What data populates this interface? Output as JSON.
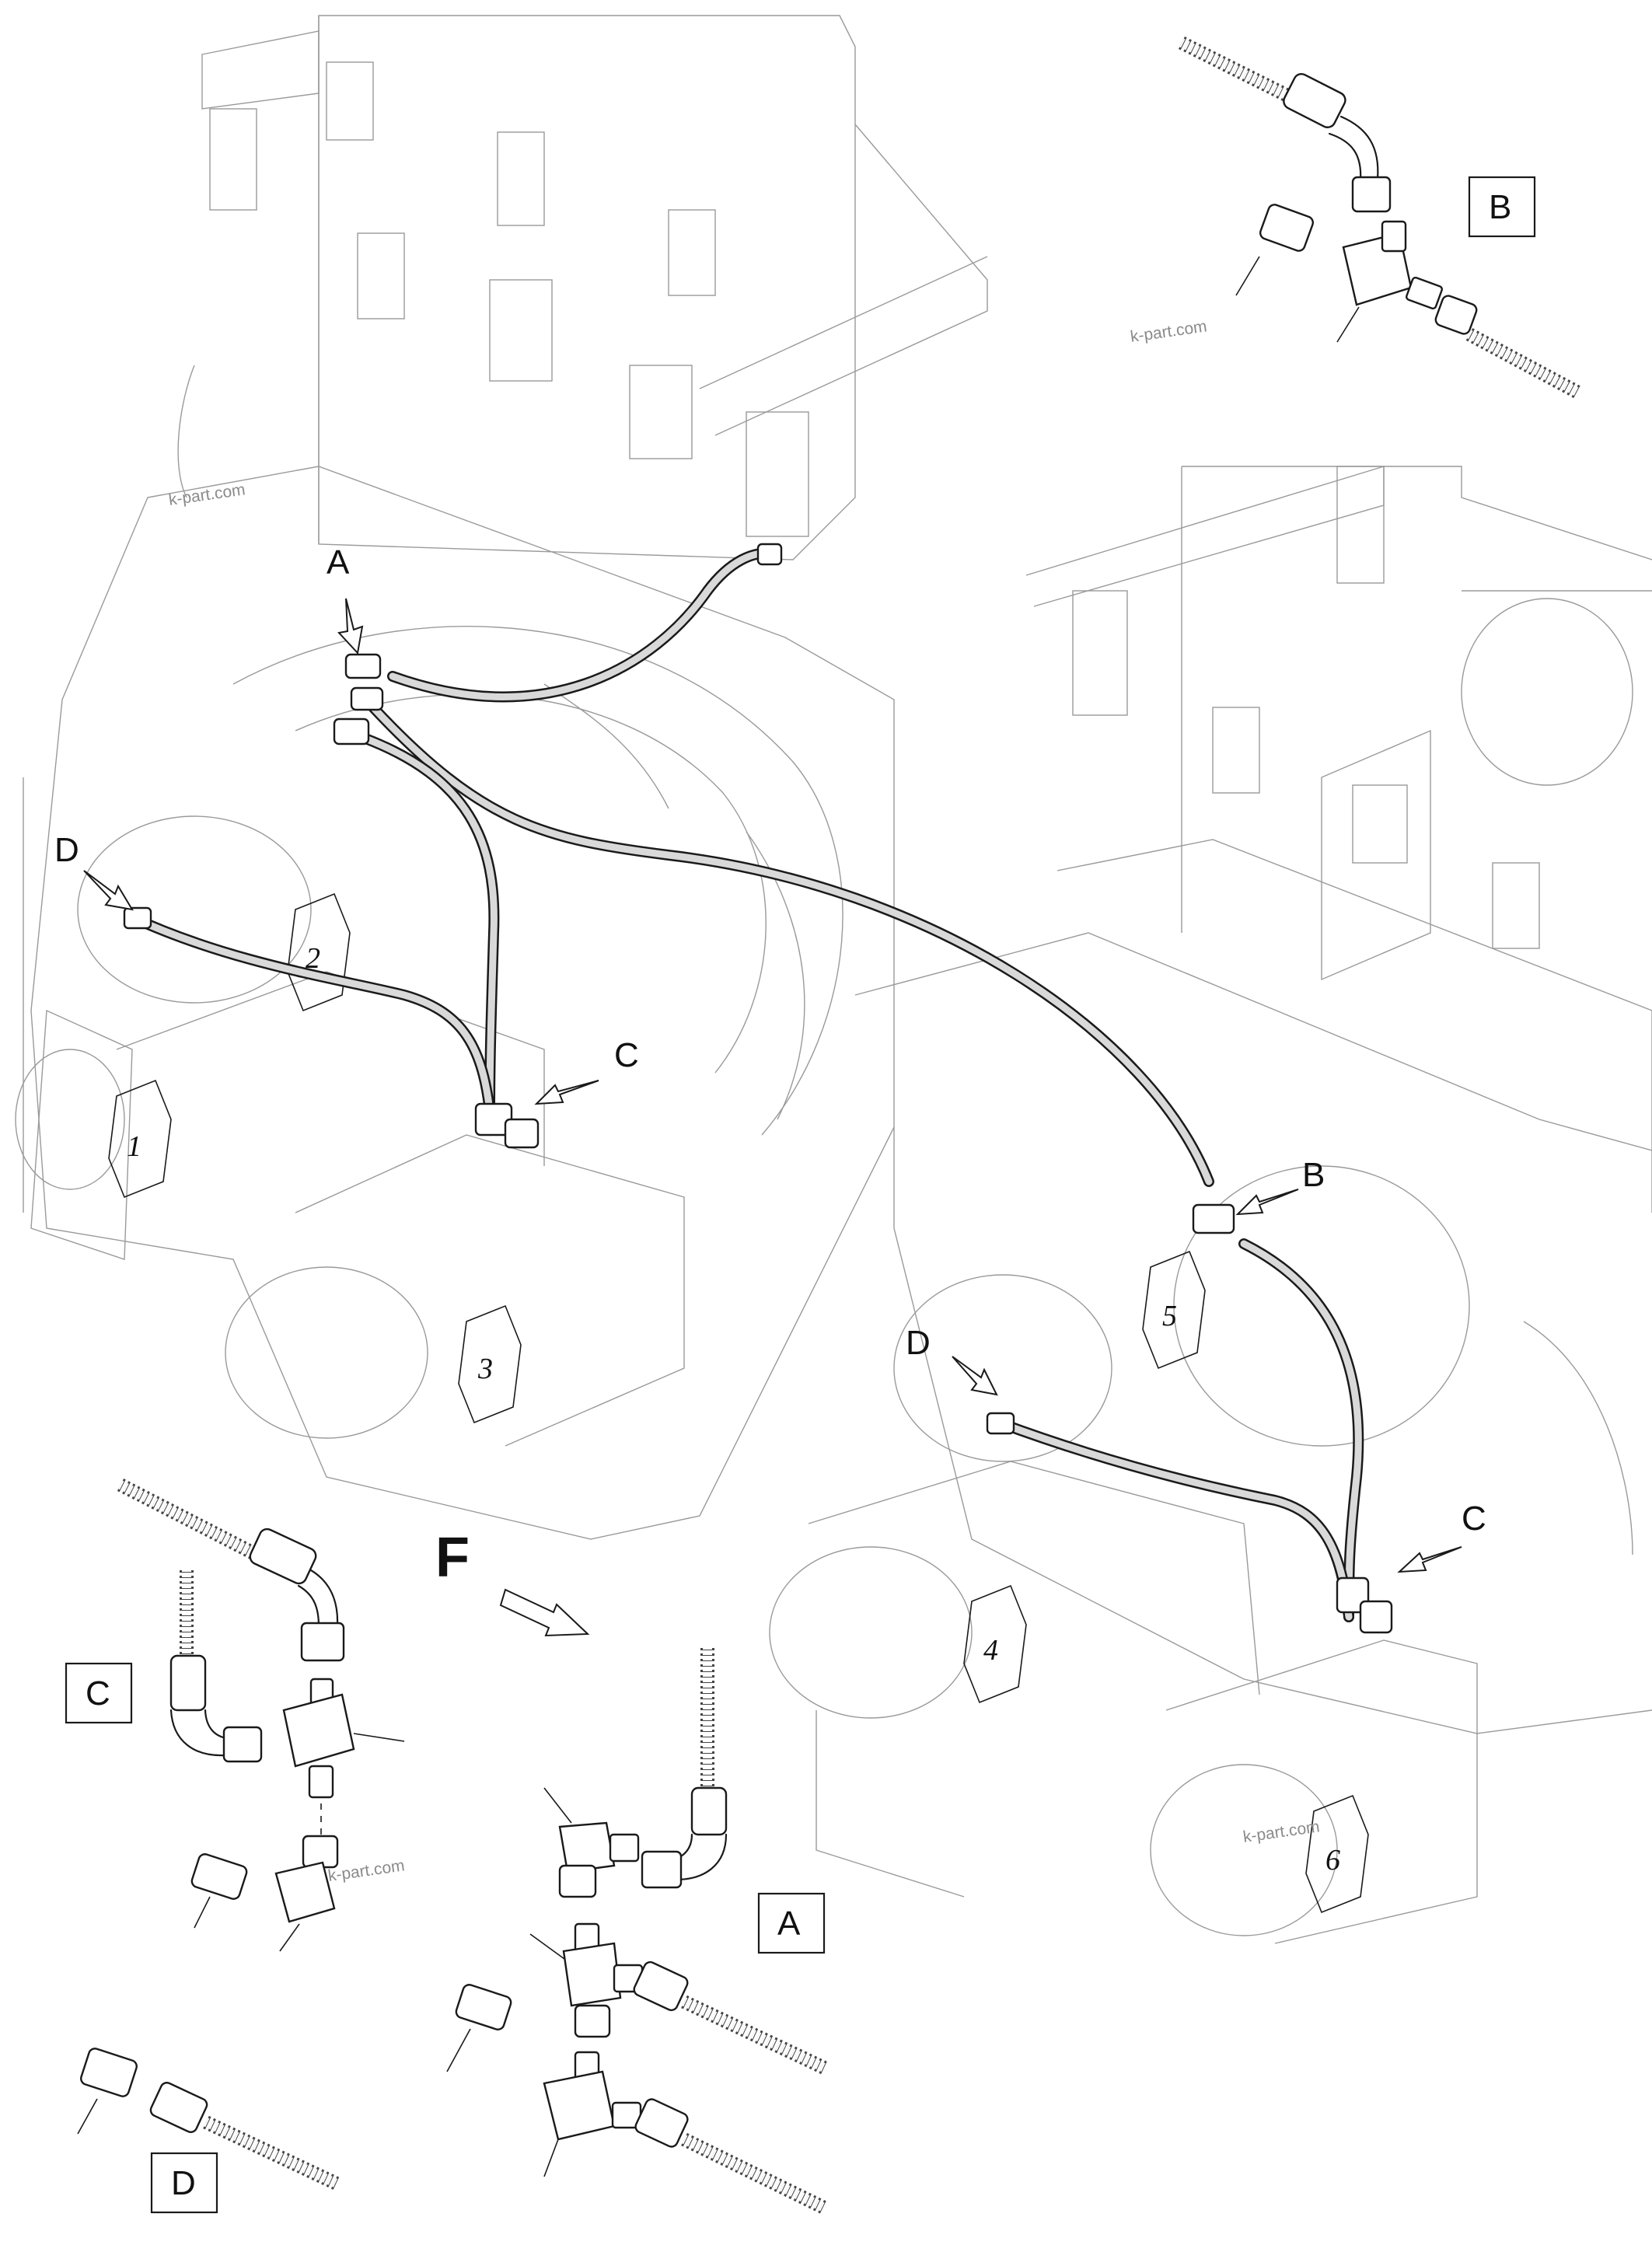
{
  "callouts": {
    "A": "A",
    "B": "B",
    "C": "C",
    "D": "D"
  },
  "pump_numbers": [
    "1",
    "2",
    "3",
    "4",
    "5",
    "6"
  ],
  "front_marker": "F",
  "watermark": "k-part.com"
}
